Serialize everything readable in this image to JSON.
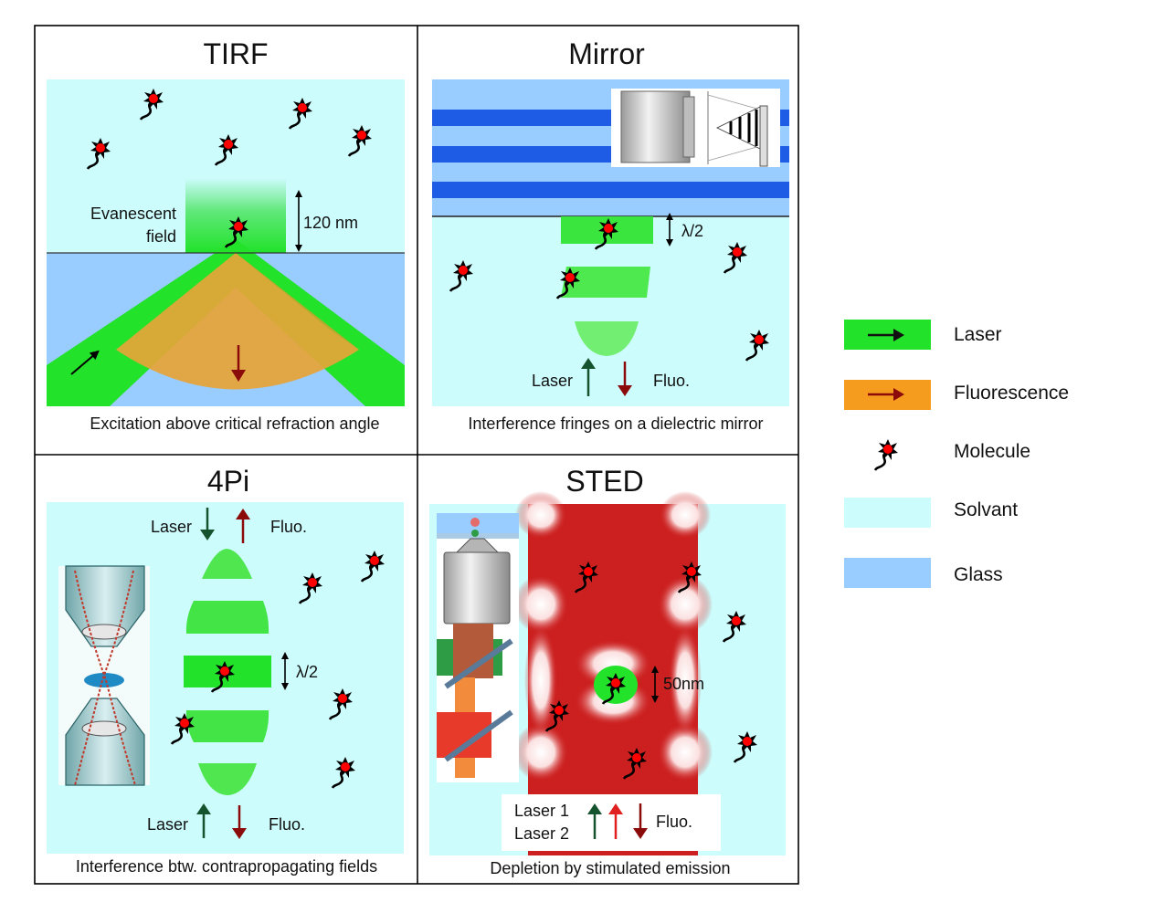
{
  "panels": {
    "tirf": {
      "title": "TIRF",
      "field_label_1": "Evanescent",
      "field_label_2": "field",
      "depth": "120 nm",
      "caption": "Excitation above critical refraction angle"
    },
    "mirror": {
      "title": "Mirror",
      "spacing": "λ/2",
      "laser": "Laser",
      "fluo": "Fluo.",
      "caption": "Interference fringes on a dielectric mirror"
    },
    "fourpi": {
      "title": "4Pi",
      "laser_top": "Laser",
      "fluo_top": "Fluo.",
      "spacing": "λ/2",
      "laser_bottom": "Laser",
      "fluo_bottom": "Fluo.",
      "caption": "Interference btw. contrapropagating fields"
    },
    "sted": {
      "title": "STED",
      "spot": "50nm",
      "laser1": "Laser 1",
      "laser2": "Laser 2",
      "fluo": "Fluo.",
      "caption": "Depletion by stimulated emission"
    }
  },
  "legend": [
    {
      "label": "Laser",
      "swatch": "#22e22a",
      "icon": "arrow-black"
    },
    {
      "label": "Fluorescence",
      "swatch": "#f59b1d",
      "icon": "arrow-darkred"
    },
    {
      "label": "Molecule",
      "swatch": "",
      "icon": "molecule"
    },
    {
      "label": "Solvant",
      "swatch": "#ccfcfc",
      "icon": "none"
    },
    {
      "label": "Glass",
      "swatch": "#99ccff",
      "icon": "none"
    }
  ],
  "colors": {
    "solvant": "#ccfcfc",
    "glass": "#99ccff",
    "laser": "#22e22a",
    "fluorescence": "#f59b1d",
    "mirror_stripe": "#1f5ce6",
    "depletion": "#cc2020",
    "arrow_green": "#14532d",
    "arrow_red": "#8b0b0b"
  }
}
